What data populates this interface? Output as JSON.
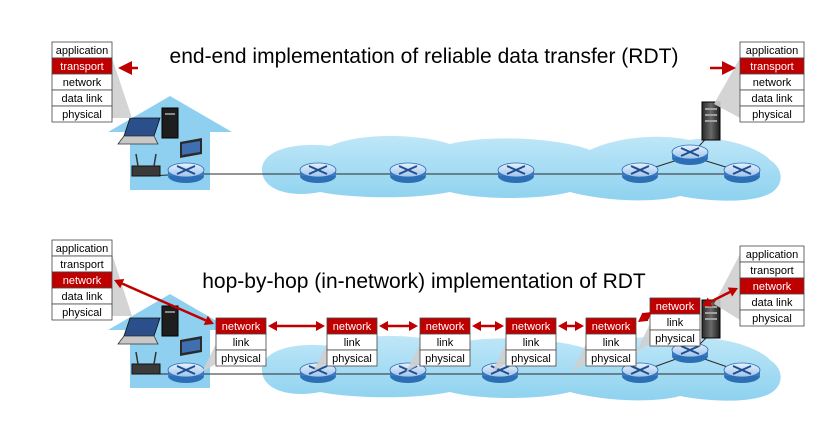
{
  "top": {
    "title": "end-end implementation of reliable data transfer (RDT)",
    "left_stack": [
      "application",
      "transport",
      "network",
      "data link",
      "physical"
    ],
    "right_stack": [
      "application",
      "transport",
      "network",
      "data link",
      "physical"
    ],
    "highlight": "transport"
  },
  "bottom": {
    "title": "hop-by-hop (in-network) implementation of RDT",
    "left_stack": [
      "application",
      "transport",
      "network",
      "data link",
      "physical"
    ],
    "right_stack": [
      "application",
      "transport",
      "network",
      "data link",
      "physical"
    ],
    "highlight": "network",
    "router_stack": [
      "network",
      "link",
      "physical"
    ],
    "router_count": 6
  },
  "colors": {
    "highlight": "#c00000",
    "arrow": "#c00000",
    "cloud": "#a6dcf4",
    "router": "#2d6fb5",
    "house": "#8fd0f0"
  },
  "icons": [
    "house-icon",
    "laptop-icon",
    "server-icon",
    "router-icon",
    "wireless-router-icon",
    "desktop-icon"
  ]
}
